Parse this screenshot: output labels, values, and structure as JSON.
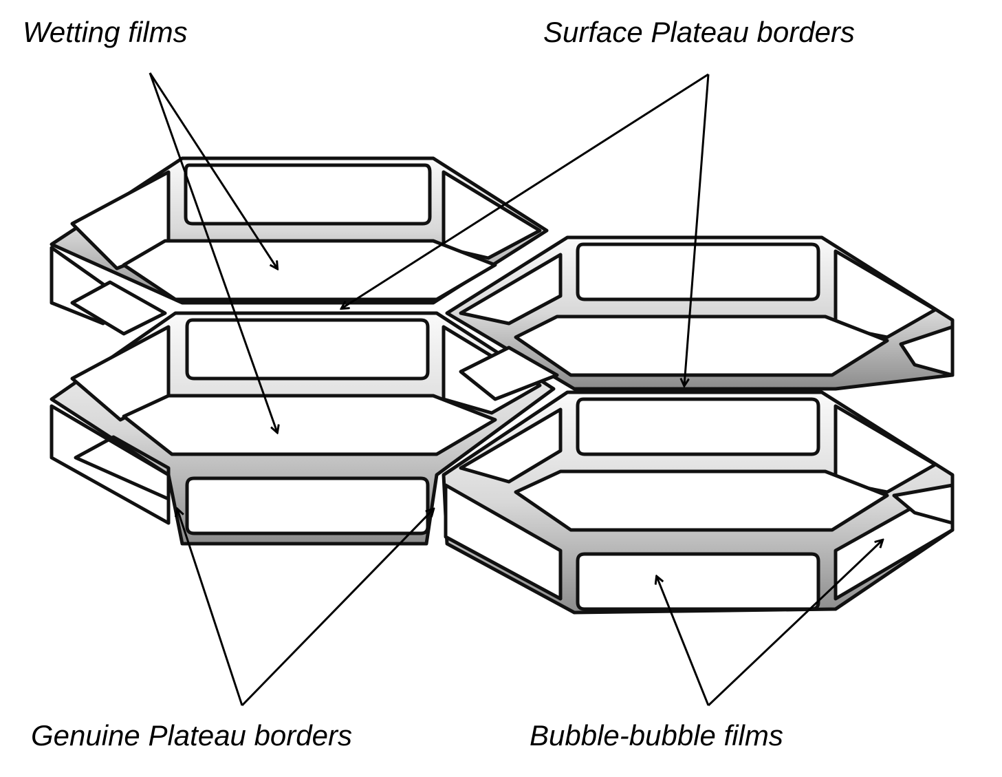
{
  "labels": {
    "wetting_films": "Wetting films",
    "surface_plateau_borders": "Surface Plateau borders",
    "genuine_plateau_borders": "Genuine Plateau borders",
    "bubble_bubble_films": "Bubble-bubble films"
  },
  "colors": {
    "background": "#ffffff",
    "outline": "#111111",
    "plateau_fill_light": "#f4f4f4",
    "plateau_fill_dark": "#9a9a9a",
    "arrow": "#000000"
  }
}
